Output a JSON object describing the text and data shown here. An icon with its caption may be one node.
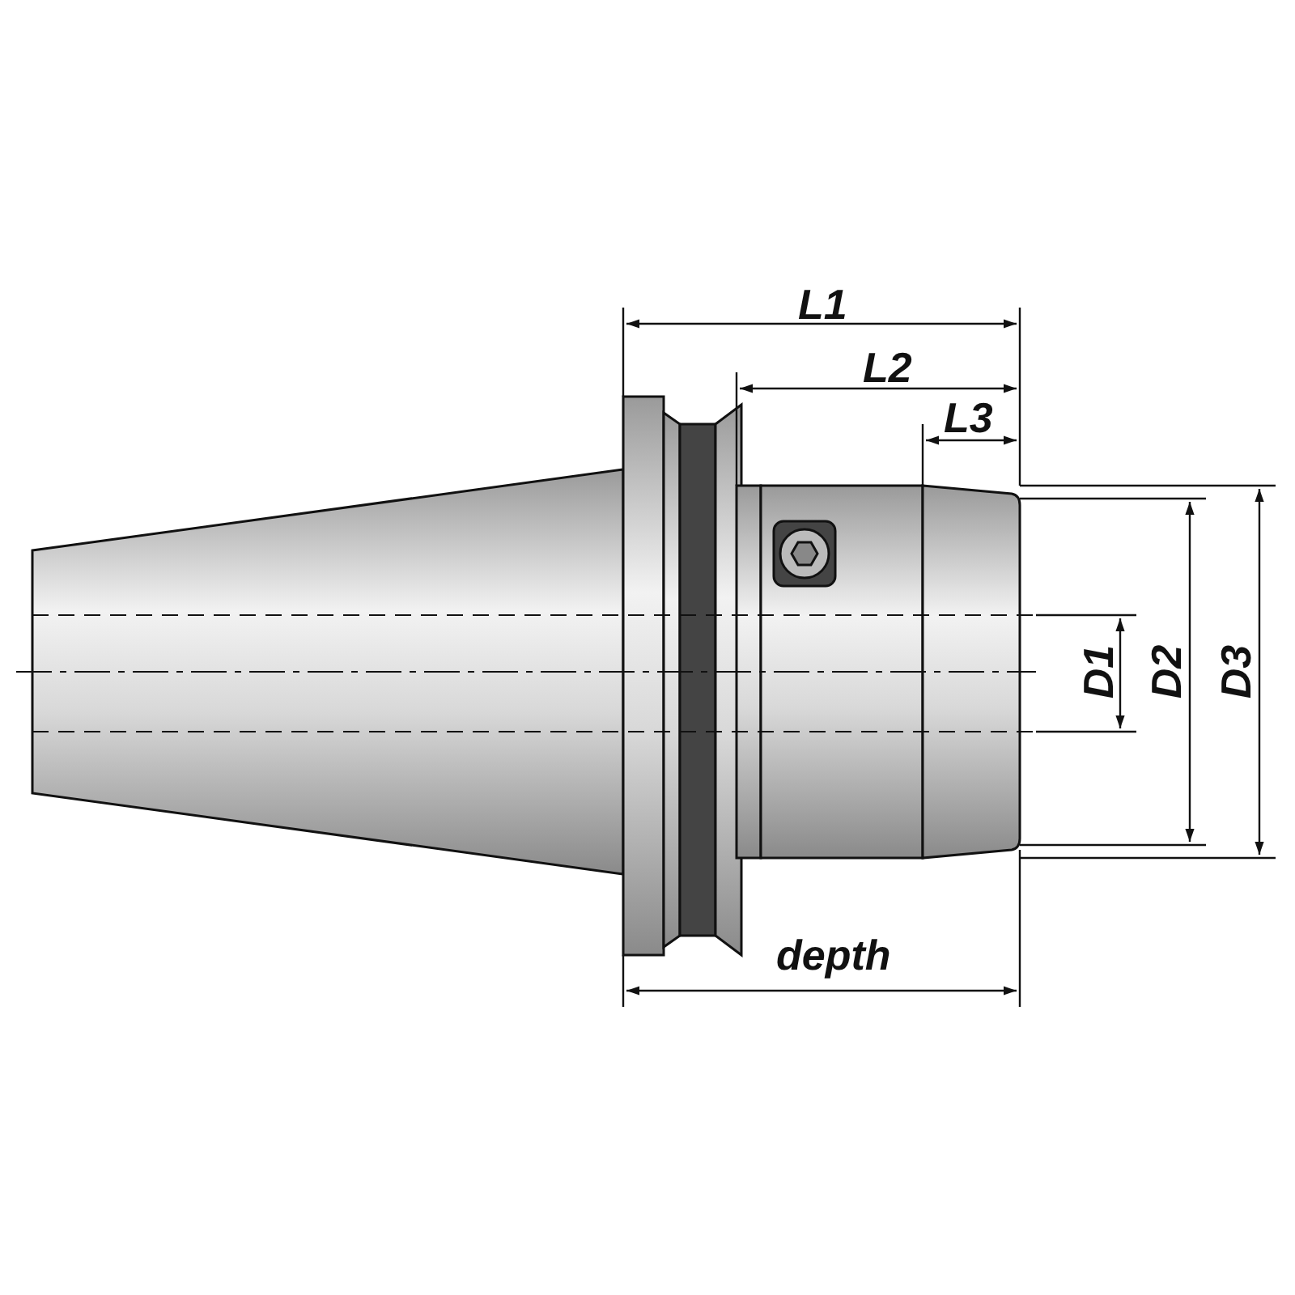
{
  "diagram": {
    "labels": [
      "L1",
      "L2",
      "L3",
      "D1",
      "D2",
      "D3",
      "depth"
    ]
  }
}
